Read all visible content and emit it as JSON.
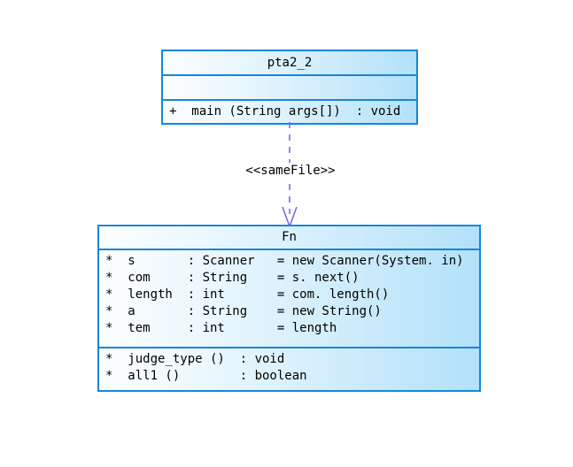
{
  "diagram": {
    "type": "uml-class-diagram",
    "background_color": "#ffffff",
    "border_color": "#1786d8",
    "fill_gradient_from": "#fcfeff",
    "fill_gradient_to": "#b2e1fa",
    "connector_color": "#7b68ee"
  },
  "classes": {
    "pta2_2": {
      "name": "pta2_2",
      "attributes": [],
      "operations": [
        {
          "visibility": "+",
          "signature": "main (String args[])",
          "return_type": "void",
          "text": "+  main (String args[])  : void"
        }
      ]
    },
    "Fn": {
      "name": "Fn",
      "attributes": [
        {
          "visibility": "*",
          "name": "s",
          "type": "Scanner",
          "default": "new Scanner(System. in)",
          "text": "*  s       : Scanner   = new Scanner(System. in)"
        },
        {
          "visibility": "*",
          "name": "com",
          "type": "String",
          "default": "s. next()",
          "text": "*  com     : String    = s. next()"
        },
        {
          "visibility": "*",
          "name": "length",
          "type": "int",
          "default": "com. length()",
          "text": "*  length  : int       = com. length()"
        },
        {
          "visibility": "*",
          "name": "a",
          "type": "String",
          "default": "new String()",
          "text": "*  a       : String    = new String()"
        },
        {
          "visibility": "*",
          "name": "tem",
          "type": "int",
          "default": "length",
          "text": "*  tem     : int       = length"
        }
      ],
      "operations": [
        {
          "visibility": "*",
          "signature": "judge_type ()",
          "return_type": "void",
          "text": "*  judge_type ()  : void"
        },
        {
          "visibility": "*",
          "signature": "all1 ()",
          "return_type": "boolean",
          "text": "*  all1 ()        : boolean"
        }
      ]
    }
  },
  "connector": {
    "label": "<<sameFile>>",
    "style": "dashed",
    "arrow": "open",
    "from": "pta2_2",
    "to": "Fn"
  }
}
